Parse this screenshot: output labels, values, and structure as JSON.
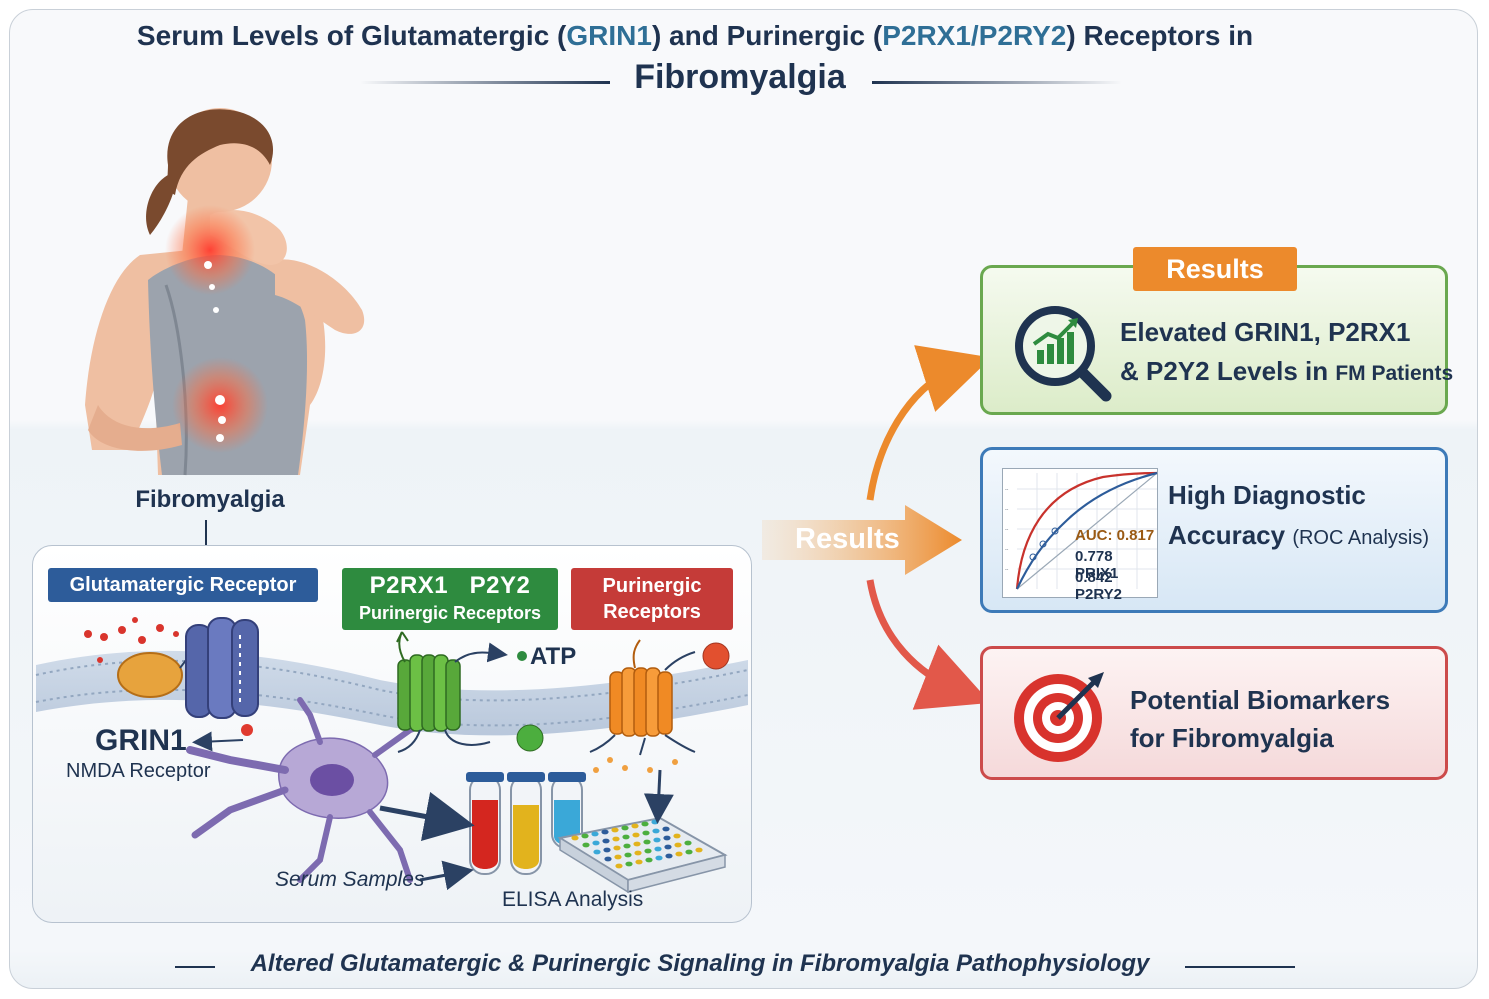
{
  "title": {
    "line1_part1": "Serum Levels of Glutamatergic (",
    "line1_grin": "GRIN1",
    "line1_part2": ") and Purinergic (",
    "line1_p2": "P2RX1/P2RY2",
    "line1_part3": ") Receptors in",
    "line2": "Fibromyalgia"
  },
  "left": {
    "patient_label": "Fibromyalgia",
    "glutamatergic_header": "Glutamatergic Receptor",
    "p2rx1_label": "P2RX1",
    "p2y2_label": "P2Y2",
    "purinergic_receptors_sub": "Purinergic Receptors",
    "purinergic_header_1": "Purinergic",
    "purinergic_header_2": "Receptors",
    "grin1": "GRIN1",
    "nmda": "NMDA Receptor",
    "atp": "ATP",
    "serum_samples": "Serum Samples",
    "elisa": "ELISA Analysis"
  },
  "center": {
    "results_arrow_label": "Results"
  },
  "results": {
    "badge": "Results",
    "box1_line1": "Elevated GRIN1, P2RX1",
    "box1_line2_a": "& P2Y2 Levels in ",
    "box1_line2_b": "FM Patients",
    "box2_line1": "High Diagnostic",
    "box2_line2_a": "Accuracy ",
    "box2_line2_b": "(ROC Analysis)",
    "auc1": "AUC: 0.817",
    "auc2": "0.778 PRIX1",
    "auc3": "0.842 P2RY2",
    "box3_line1": "Potential Biomarkers",
    "box3_line2": "for Fibromyalgia"
  },
  "footer": "Altered Glutamatergic & Purinergic Signaling in Fibromyalgia Pathophysiology",
  "colors": {
    "navy": "#1f3350",
    "accent_blue": "#2f6f96",
    "orange": "#ec8a2c",
    "green": "#2e8b3f",
    "red": "#c53b38",
    "blue_header": "#2d5c9a"
  },
  "icons": [
    "magnifier-chart-icon",
    "target-icon",
    "arrow-icon"
  ]
}
